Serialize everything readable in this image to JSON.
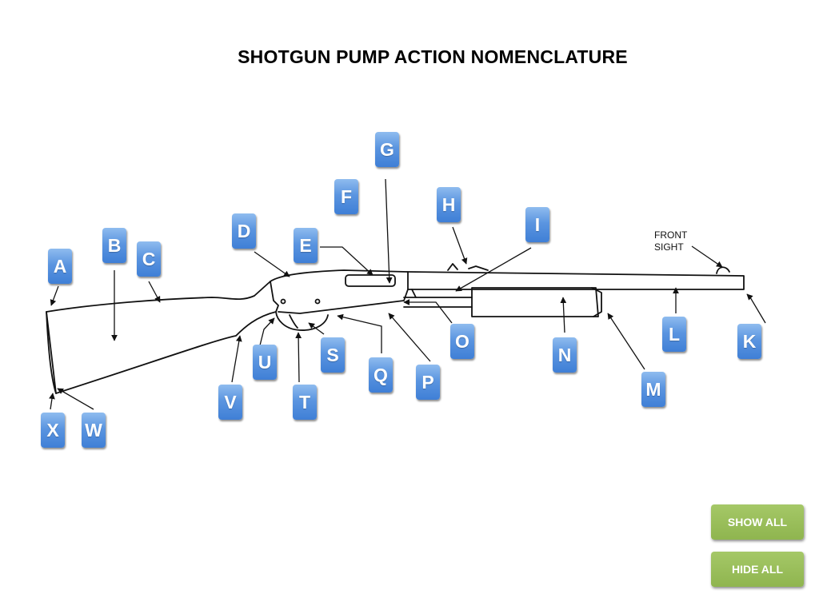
{
  "title": "SHOTGUN PUMP ACTION NOMENCLATURE",
  "front_sight_lines": [
    "FRONT",
    "SIGHT"
  ],
  "labels": {
    "A": "A",
    "B": "B",
    "C": "C",
    "D": "D",
    "E": "E",
    "F": "F",
    "G": "G",
    "H": "H",
    "I": "I",
    "K": "K",
    "L": "L",
    "M": "M",
    "N": "N",
    "O": "O",
    "P": "P",
    "Q": "Q",
    "S": "S",
    "T": "T",
    "U": "U",
    "V": "V",
    "W": "W",
    "X": "X"
  },
  "buttons": {
    "show_all": "SHOW ALL",
    "hide_all": "HIDE ALL"
  },
  "colors": {
    "label_blue": "#4f8ddc",
    "button_green": "#96ba58"
  }
}
